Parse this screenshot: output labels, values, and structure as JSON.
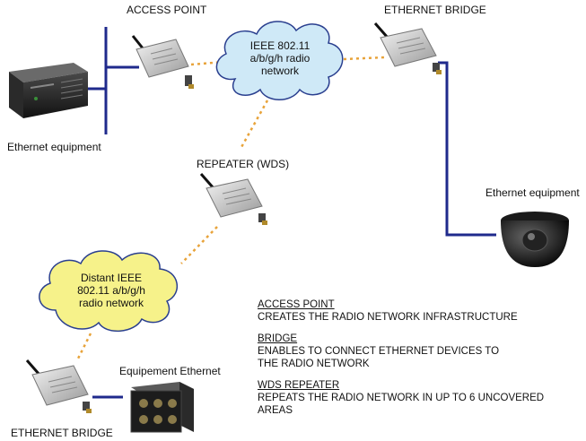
{
  "labels": {
    "access_point": "ACCESS POINT",
    "ethernet_bridge_top": "ETHERNET BRIDGE",
    "repeater": "REPEATER (WDS)",
    "ethernet_equipment_left": "Ethernet equipment",
    "ethernet_equipment_right": "Ethernet equipment",
    "equipement_ethernet": "Equipement Ethernet",
    "ethernet_bridge_bottom": "ETHERNET BRIDGE"
  },
  "clouds": {
    "main": [
      "IEEE 802.11",
      "a/b/g/h radio",
      "network"
    ],
    "distant": [
      "Distant IEEE",
      "802.11 a/b/g/h",
      "radio network"
    ]
  },
  "legend": {
    "access_point_title": "ACCESS POINT",
    "access_point_desc": "CREATES THE RADIO NETWORK INFRASTRUCTURE",
    "bridge_title": "BRIDGE",
    "bridge_desc_1": "ENABLES TO CONNECT ETHERNET DEVICES TO",
    "bridge_desc_2": "THE RADIO NETWORK",
    "wds_title": "WDS REPEATER",
    "wds_desc_1": "REPEATS THE RADIO NETWORK IN UP TO 6 UNCOVERED",
    "wds_desc_2": "AREAS"
  },
  "colors": {
    "wire": "#1f2a8c",
    "radio_link": "#e8a33a",
    "cloud_fill": "#cfe9f7",
    "cloud_stroke": "#2a3f8f"
  }
}
